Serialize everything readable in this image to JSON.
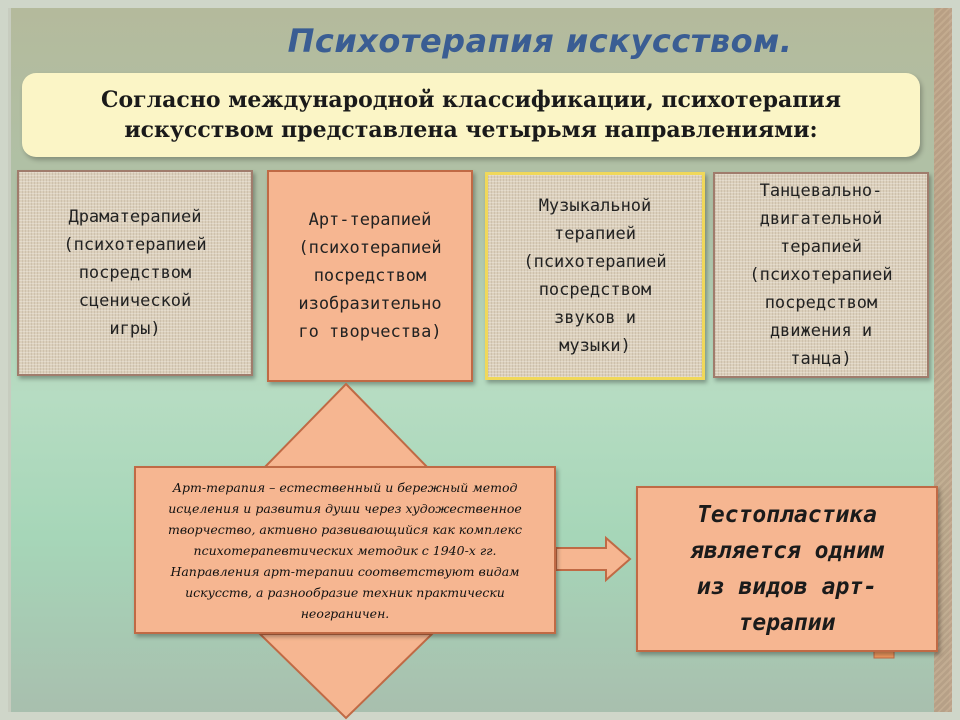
{
  "title": "Психотерапия искусством.",
  "subtitle": {
    "line1": "Согласно международной классификации, психотерапия",
    "line2": "искусством представлена четырьмя направлениями:"
  },
  "directions": [
    {
      "lines": [
        "Драматерапией",
        "(психотерапией",
        "посредством",
        "сценической",
        "игры)"
      ]
    },
    {
      "lines": [
        "Арт-терапией",
        "(психотерапией",
        "посредством",
        "изобразительно",
        "го творчества)"
      ]
    },
    {
      "lines": [
        "Музыкальной",
        "терапией",
        "(психотерапией",
        "посредством",
        "звуков и",
        "музыки)"
      ]
    },
    {
      "lines": [
        "Танцевально-",
        "двигательной",
        "терапией",
        "(психотерапией",
        "посредством",
        "движения и",
        "танца)"
      ]
    }
  ],
  "description": {
    "lines": [
      "Арт-терапия – естественный и бережный метод",
      "исцеления и развития души через художественное",
      "творчество, активно развивающийся как комплекс",
      "психотерапевтических методик с 1940-х гг.",
      "Направления арт-терапии соответствуют видам",
      "искусств, а разнообразие техник практически",
      "неограничен."
    ]
  },
  "result": {
    "lines": [
      "Тестопластика",
      "является одним",
      "из видов арт-",
      "терапии"
    ]
  },
  "colors": {
    "title": "#3a5d93",
    "subtitle_bg": "#fbf5c6",
    "peach": "#f6b691",
    "peach_border": "#c06a45",
    "linen": "#dcd0bc"
  }
}
